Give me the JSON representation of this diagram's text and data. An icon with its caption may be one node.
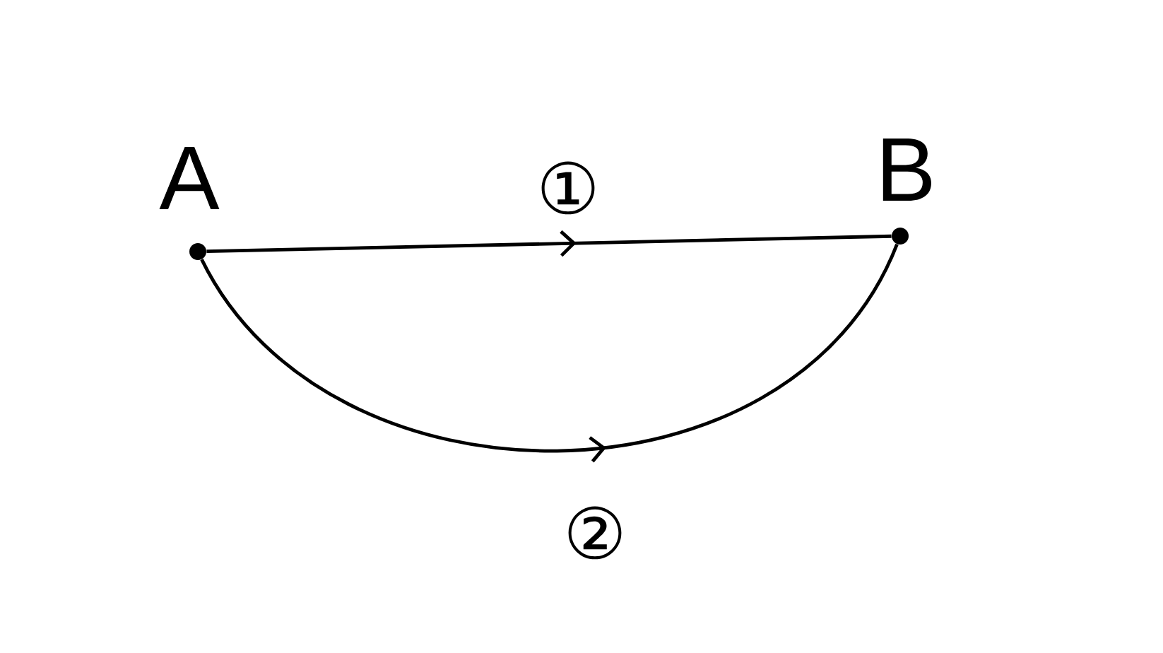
{
  "diagram": {
    "nodes": [
      {
        "text": [],
        "shape": "circle",
        "beside": [
          "A"
        ]
      },
      {
        "text": [],
        "shape": "circle",
        "beside": [
          "B"
        ]
      }
    ],
    "edges": [
      {
        "from": 0,
        "to": 1,
        "arrow": "to",
        "label": "①"
      },
      {
        "from": 0,
        "to": 1,
        "arrow": "to",
        "label": "②"
      }
    ]
  }
}
